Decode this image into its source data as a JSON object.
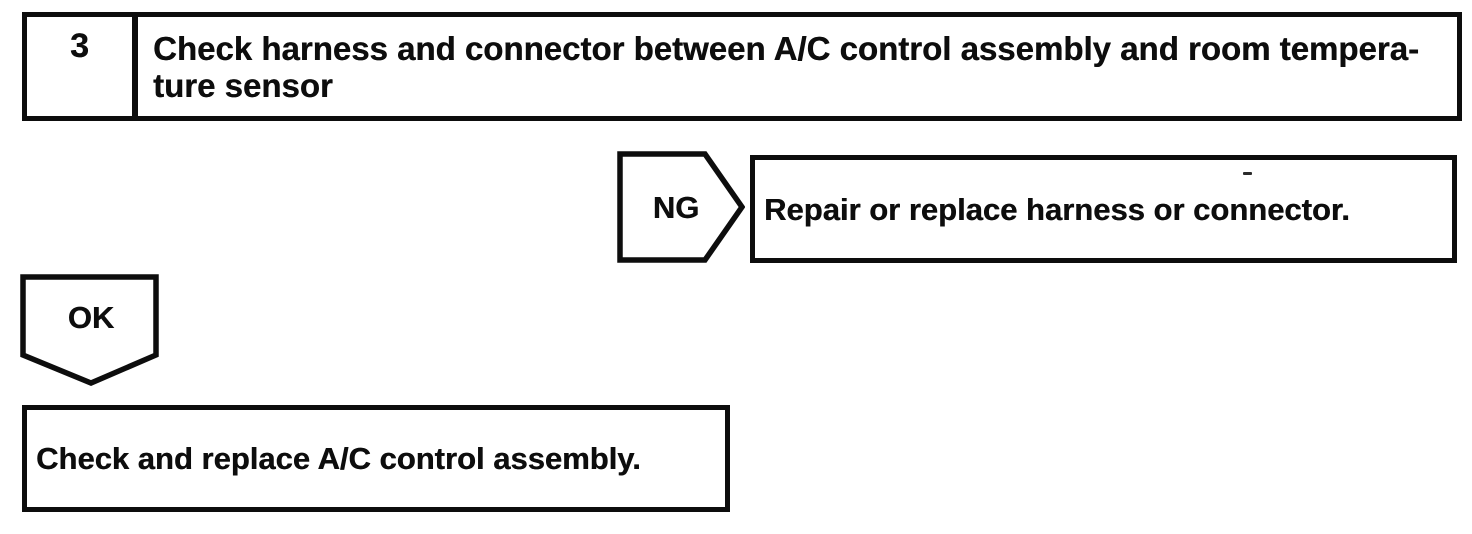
{
  "page": {
    "background_color": "#ffffff",
    "ink_color": "#0d0d0d",
    "kind": "troubleshooting-flowchart"
  },
  "flowchart": {
    "step": {
      "number": "3",
      "instruction": "Check harness and connector between A/C control assembly and room tempera­ture sensor"
    },
    "ng": {
      "label": "NG",
      "action": "Repair or replace harness or connector."
    },
    "ok": {
      "label": "OK",
      "action": "Check and replace A/C control assembly."
    }
  }
}
